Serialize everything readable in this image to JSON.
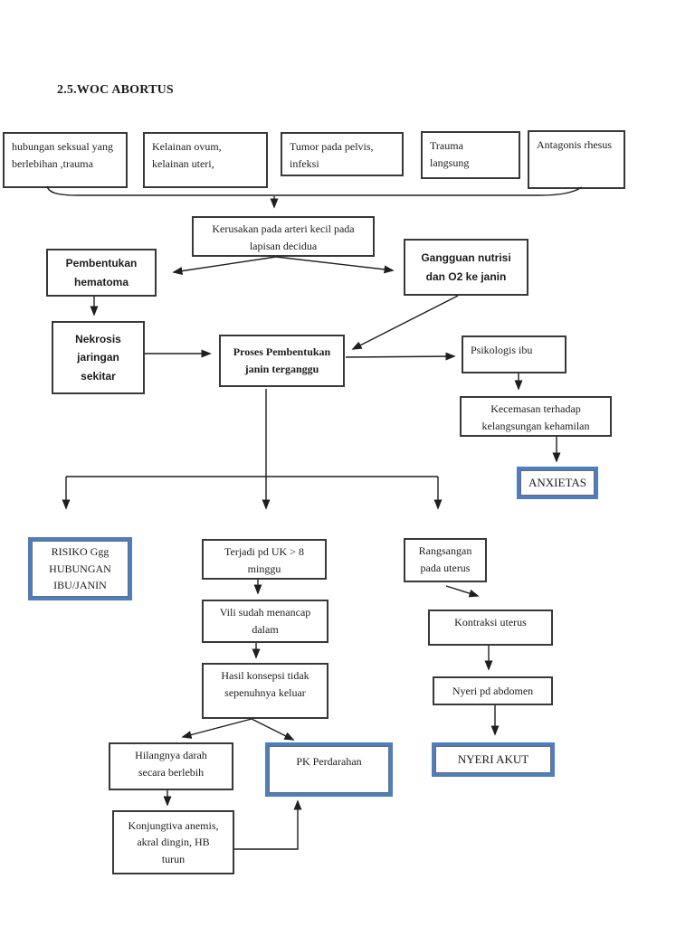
{
  "page": {
    "title": "2.5.WOC ABORTUS"
  },
  "colors": {
    "highlight_border": "#4e7ebf",
    "box_border": "#383838",
    "arrow": "#1f1f1f"
  },
  "nodes": {
    "cause1": "hubungan seksual yang\nberlebihan ,trauma",
    "cause2": "Kelainan ovum,\nkelainan uteri,",
    "cause3": "Tumor pada pelvis,\ninfeksi",
    "cause4": "Trauma\nlangsung",
    "cause5": "Antagonis rhesus",
    "kerusakan": "Kerusakan pada arteri kecil pada\nlapisan decidua",
    "pembentukan": "Pembentukan\nhematoma",
    "gangguan": "Gangguan nutrisi\ndan O2 ke janin",
    "nekrosis": "Nekrosis\njaringan\nsekitar",
    "proses": "Proses Pembentukan\njanin terganggu",
    "psikologis": "Psikologis ibu",
    "kecemasan": "Kecemasan terhadap\nkelangsungan kehamilan",
    "anxietas": "ANXIETAS",
    "risiko": "RISIKO Ggg\nHUBUNGAN\nIBU/JANIN",
    "terjadi": "Terjadi pd UK > 8\nminggu",
    "rangsangan": "Rangsangan\npada uterus",
    "vili": "Vili sudah menancap\ndalam",
    "hasil": "Hasil konsepsi tidak\nsepenuhnya keluar",
    "hilangnya": "Hilangnya darah\nsecara berlebih",
    "pk_perdarahan": "PK Perdarahan",
    "konjungtiva": "Konjungtiva anemis,\nakral dingin, HB\nturun",
    "kontraksi": "Kontraksi uterus",
    "nyeri_abdomen": "Nyeri pd abdomen",
    "nyeri_akut": "NYERI AKUT"
  }
}
